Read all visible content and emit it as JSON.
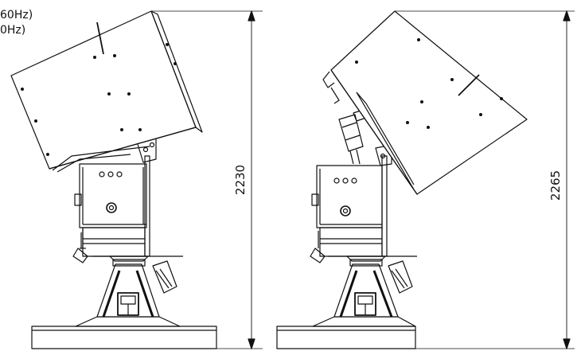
{
  "spec_fragments": [
    "60Hz)",
    "0Hz)"
  ],
  "dimensions": {
    "left_height": "2230",
    "right_height": "2265"
  }
}
